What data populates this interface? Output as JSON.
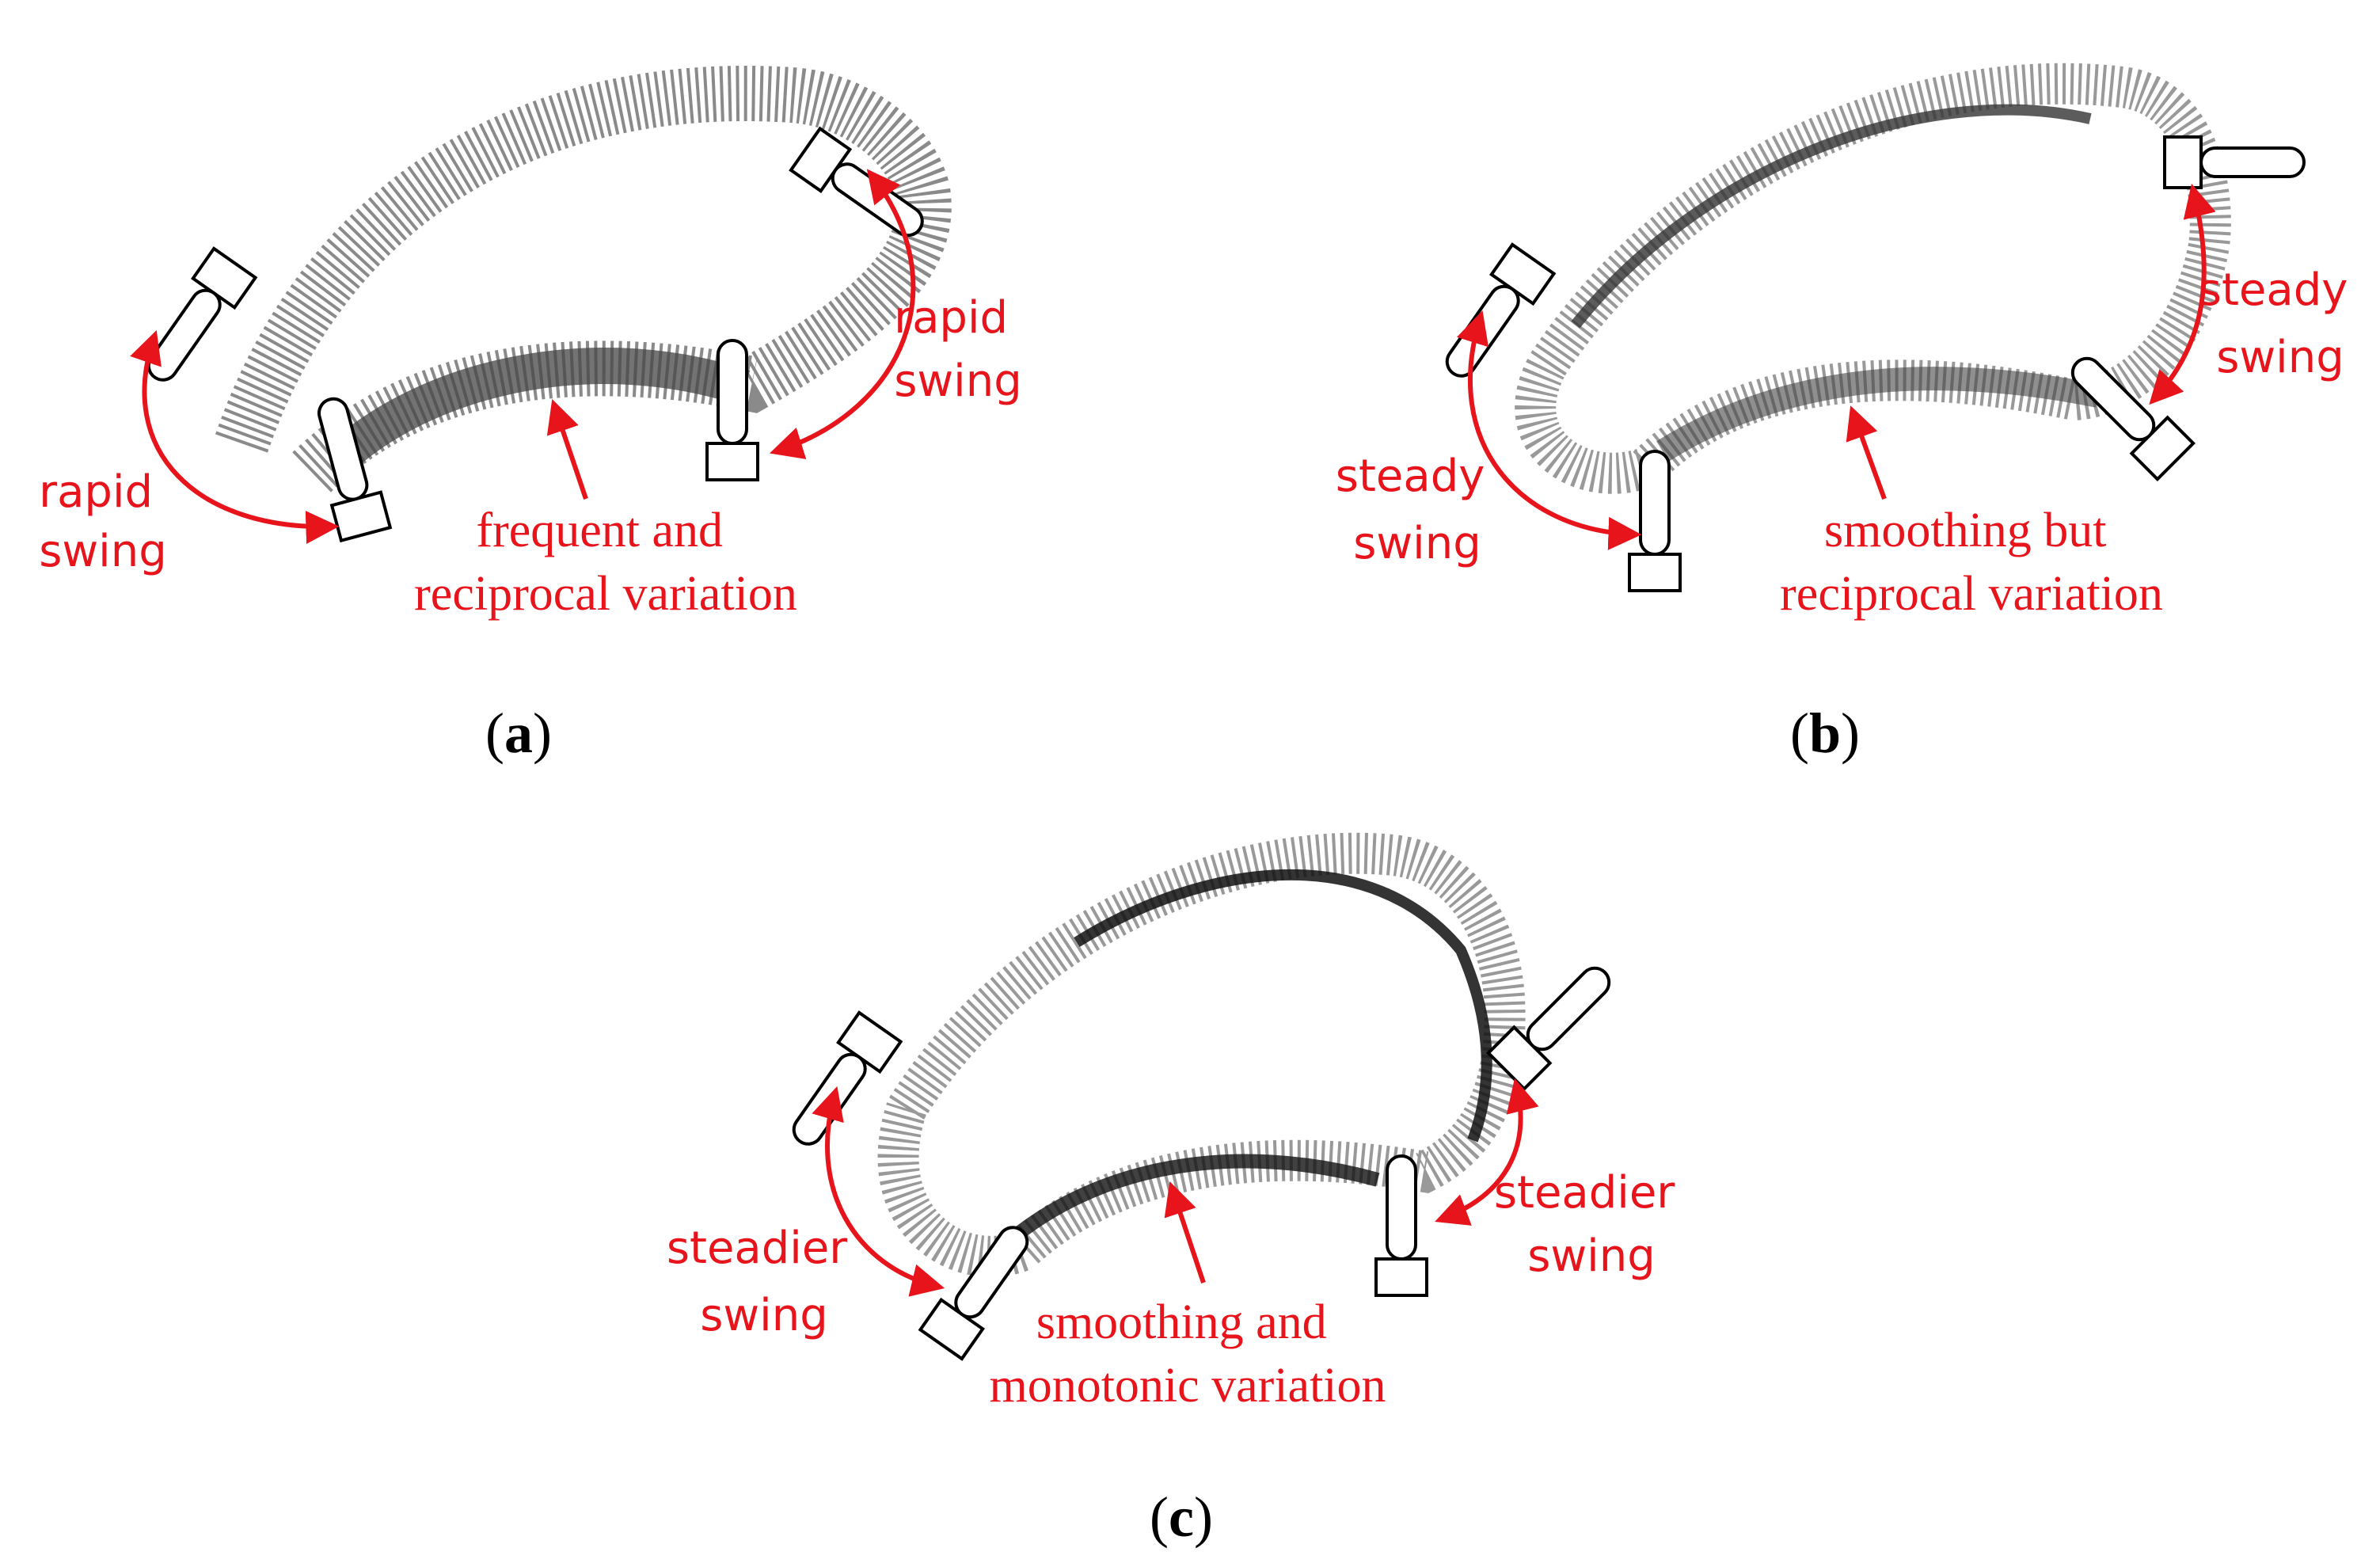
{
  "panels": [
    {
      "caption_open": "(",
      "caption_letter": "a",
      "caption_close": ")",
      "left_label": [
        "rapid",
        "swing"
      ],
      "right_label": [
        "rapid",
        "swing"
      ],
      "bottom_label": [
        "frequent and",
        "reciprocal variation"
      ]
    },
    {
      "caption_open": "(",
      "caption_letter": "b",
      "caption_close": ")",
      "left_label": [
        "steady",
        "swing"
      ],
      "right_label": [
        "steady",
        "swing"
      ],
      "bottom_label": [
        "smoothing but",
        "reciprocal variation"
      ]
    },
    {
      "caption_open": "(",
      "caption_letter": "c",
      "caption_close": ")",
      "left_label": [
        "steadier",
        "swing"
      ],
      "right_label": [
        "steadier",
        "swing"
      ],
      "bottom_label": [
        "smoothing and",
        "monotonic variation"
      ]
    }
  ],
  "colors": {
    "annotation": "#e8141c",
    "hatching": "#555555",
    "tool": "#000000"
  }
}
